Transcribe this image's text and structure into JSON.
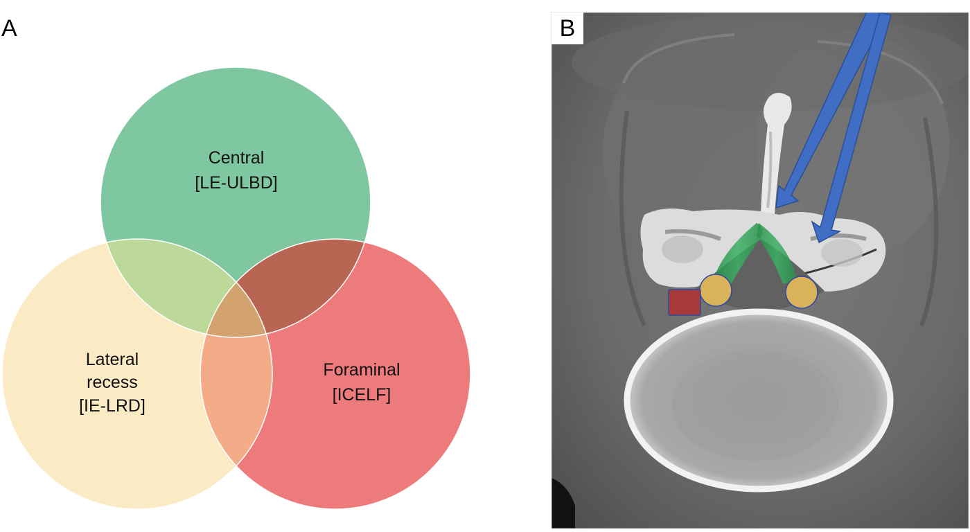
{
  "panel_a": {
    "letter": "A",
    "circles": {
      "central": {
        "line1": "Central",
        "line2": "[LE-ULBD]",
        "color": "#7fc7a0"
      },
      "lateral": {
        "line1": "Lateral",
        "line2": "recess",
        "line3": "[IE-LRD]",
        "color": "#fbebc4"
      },
      "foraminal": {
        "line1": "Foraminal",
        "line2": "[ICELF]",
        "color": "#ed7b7b"
      }
    },
    "overlap_colors": {
      "central_lateral": "#bcd99a",
      "central_foraminal": "#b86553",
      "lateral_foraminal": "#f4ab87",
      "all_three": "#d2a26f"
    }
  },
  "panel_b": {
    "letter": "B",
    "arrow_color": "#3f6ec4",
    "ligament_color": "#2f9a52",
    "nerve_root_color": "#d9b35a",
    "foraminal_marker_color": "#a83a3a"
  }
}
